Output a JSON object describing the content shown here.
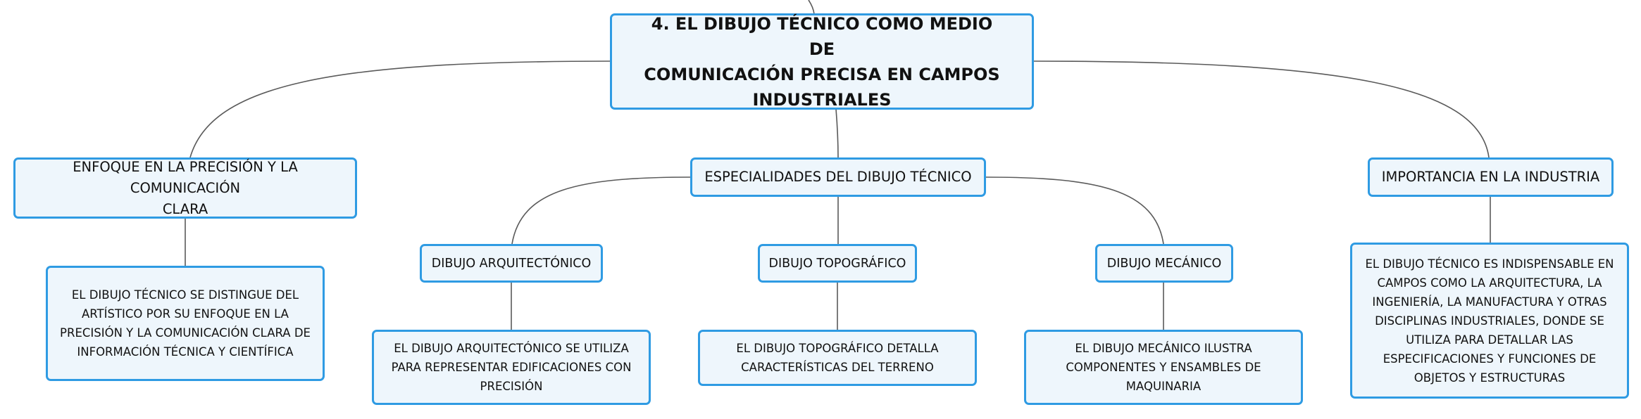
{
  "diagram": {
    "root": {
      "lines": [
        "4. EL DIBUJO TÉCNICO COMO MEDIO DE",
        "COMUNICACIÓN PRECISA EN CAMPOS",
        "INDUSTRIALES"
      ]
    },
    "topics": {
      "left": {
        "lines": [
          "ENFOQUE EN LA PRECISIÓN Y LA COMUNICACIÓN",
          "CLARA"
        ]
      },
      "center": {
        "lines": [
          "ESPECIALIDADES DEL DIBUJO TÉCNICO"
        ]
      },
      "right": {
        "lines": [
          "IMPORTANCIA EN LA INDUSTRIA"
        ]
      }
    },
    "subtopics": {
      "arq": {
        "lines": [
          "DIBUJO ARQUITECTÓNICO"
        ]
      },
      "topo": {
        "lines": [
          "DIBUJO TOPOGRÁFICO"
        ]
      },
      "mec": {
        "lines": [
          "DIBUJO MECÁNICO"
        ]
      }
    },
    "details": {
      "left": {
        "lines": [
          "EL DIBUJO TÉCNICO SE DISTINGUE DEL",
          "ARTÍSTICO POR SU ENFOQUE EN LA",
          "PRECISIÓN Y LA COMUNICACIÓN CLARA DE",
          "INFORMACIÓN TÉCNICA Y CIENTÍFICA"
        ]
      },
      "arq": {
        "lines": [
          "EL DIBUJO ARQUITECTÓNICO SE UTILIZA",
          "PARA REPRESENTAR EDIFICACIONES CON",
          "PRECISIÓN"
        ]
      },
      "topo": {
        "lines": [
          "EL DIBUJO TOPOGRÁFICO DETALLA",
          "CARACTERÍSTICAS DEL TERRENO"
        ]
      },
      "mec": {
        "lines": [
          "EL DIBUJO MECÁNICO ILUSTRA",
          "COMPONENTES Y ENSAMBLES DE",
          "MAQUINARIA"
        ]
      },
      "right": {
        "lines": [
          "EL DIBUJO TÉCNICO ES INDISPENSABLE EN",
          "CAMPOS COMO LA ARQUITECTURA, LA",
          "INGENIERÍA, LA MANUFACTURA Y OTRAS",
          "DISCIPLINAS INDUSTRIALES, DONDE SE",
          "UTILIZA PARA DETALLAR LAS",
          "ESPECIFICACIONES Y FUNCIONES DE",
          "OBJETOS Y ESTRUCTURAS"
        ]
      }
    },
    "colors": {
      "node_border": "#2f9be3",
      "node_fill": "#eef6fc",
      "connector": "#5a5a5a",
      "text": "#111111"
    }
  }
}
